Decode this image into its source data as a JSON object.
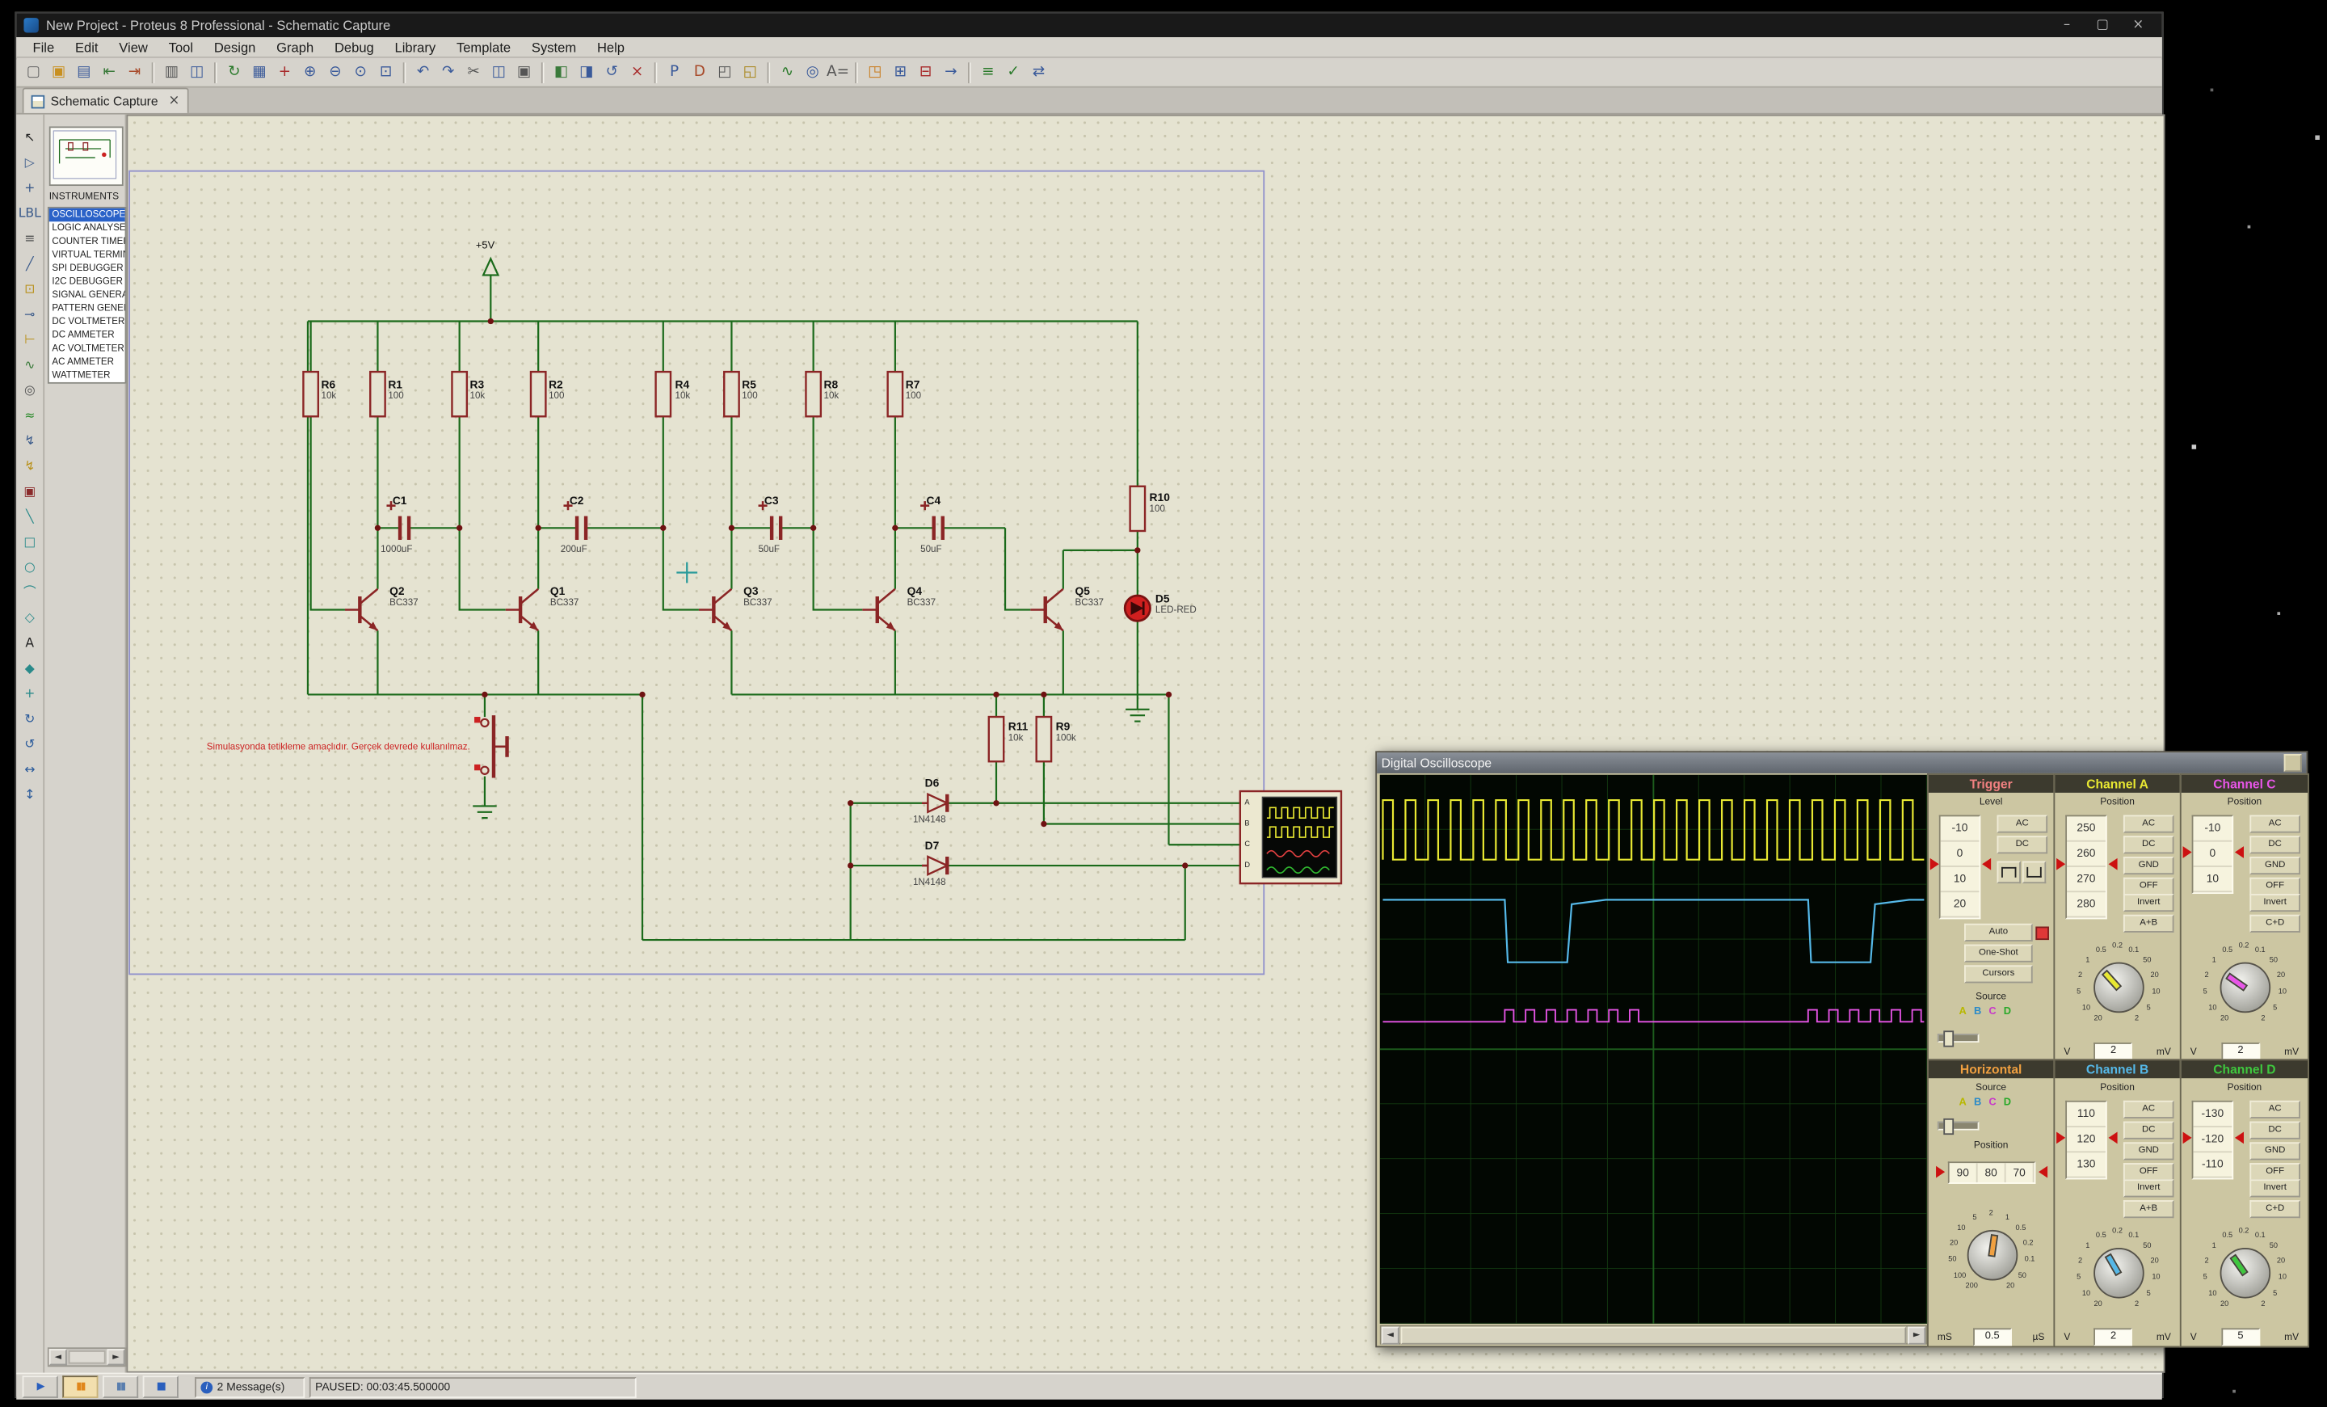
{
  "window": {
    "title": "New Project - Proteus 8 Professional - Schematic Capture",
    "controls": [
      {
        "n": "minimize-button",
        "g": "–"
      },
      {
        "n": "maximize-button",
        "g": "▢"
      },
      {
        "n": "close-button",
        "g": "×"
      }
    ]
  },
  "menubar": {
    "items": [
      "File",
      "Edit",
      "View",
      "Tool",
      "Design",
      "Graph",
      "Debug",
      "Library",
      "Template",
      "System",
      "Help"
    ]
  },
  "toolbar": {
    "g1": [
      {
        "n": "new-project-icon",
        "g": "▢",
        "c": "#666666"
      },
      {
        "n": "open-project-icon",
        "g": "▣",
        "c": "#c89020"
      },
      {
        "n": "save-project-icon",
        "g": "▤",
        "c": "#3a5a9a"
      },
      {
        "n": "import-section-icon",
        "g": "⇤",
        "c": "#3a7a3a"
      },
      {
        "n": "export-section-icon",
        "g": "⇥",
        "c": "#a84a2a"
      }
    ],
    "g2": [
      {
        "n": "print-icon",
        "g": "▥",
        "c": "#555555"
      },
      {
        "n": "mark-output-area-icon",
        "g": "◫",
        "c": "#3a5a9a"
      }
    ],
    "g3": [
      {
        "n": "refresh-display-icon",
        "g": "↻",
        "c": "#2a7a2a"
      },
      {
        "n": "toggle-grid-icon",
        "g": "▦",
        "c": "#3a5a9a"
      },
      {
        "n": "false-origin-icon",
        "g": "+",
        "c": "#a82a2a"
      },
      {
        "n": "zoom-in-icon",
        "g": "⊕",
        "c": "#3a5a9a"
      },
      {
        "n": "zoom-out-icon",
        "g": "⊖",
        "c": "#3a5a9a"
      },
      {
        "n": "zoom-all-icon",
        "g": "⊙",
        "c": "#3a5a9a"
      },
      {
        "n": "zoom-area-icon",
        "g": "⊡",
        "c": "#3a5a9a"
      }
    ],
    "g4": [
      {
        "n": "undo-icon",
        "g": "↶",
        "c": "#3a5a9a"
      },
      {
        "n": "redo-icon",
        "g": "↷",
        "c": "#3a5a9a"
      },
      {
        "n": "cut-icon",
        "g": "✂",
        "c": "#555555"
      },
      {
        "n": "copy-icon",
        "g": "◫",
        "c": "#3a5a9a"
      },
      {
        "n": "paste-icon",
        "g": "▣",
        "c": "#555555"
      }
    ],
    "g5": [
      {
        "n": "block-copy-icon",
        "g": "◧",
        "c": "#3a7a3a"
      },
      {
        "n": "block-move-icon",
        "g": "◨",
        "c": "#3a5a9a"
      },
      {
        "n": "block-rotate-icon",
        "g": "↺",
        "c": "#3a5a9a"
      },
      {
        "n": "block-delete-icon",
        "g": "×",
        "c": "#a82a2a"
      }
    ],
    "g6": [
      {
        "n": "pick-parts-icon",
        "g": "P",
        "c": "#3a5a9a"
      },
      {
        "n": "make-device-icon",
        "g": "D",
        "c": "#a84a2a"
      },
      {
        "n": "packaging-tool-icon",
        "g": "◰",
        "c": "#555555"
      },
      {
        "n": "decompose-icon",
        "g": "◱",
        "c": "#a8861a"
      }
    ],
    "g7": [
      {
        "n": "wire-autorouter-icon",
        "g": "∿",
        "c": "#2a7a2a"
      },
      {
        "n": "search-tag-icon",
        "g": "◎",
        "c": "#3a5a9a"
      },
      {
        "n": "property-assignment-icon",
        "g": "A=",
        "c": "#555555"
      }
    ],
    "g8": [
      {
        "n": "design-explorer-icon",
        "g": "◳",
        "c": "#c87a1a"
      },
      {
        "n": "new-sheet-icon",
        "g": "⊞",
        "c": "#3a5a9a"
      },
      {
        "n": "remove-sheet-icon",
        "g": "⊟",
        "c": "#a82a2a"
      },
      {
        "n": "goto-sheet-icon",
        "g": "→",
        "c": "#3a5a9a"
      }
    ],
    "g9": [
      {
        "n": "bill-of-materials-icon",
        "g": "≡",
        "c": "#2a7a2a"
      },
      {
        "n": "electrical-rule-check-icon",
        "g": "✓",
        "c": "#2a7a2a"
      },
      {
        "n": "netlist-transfer-icon",
        "g": "⇄",
        "c": "#3a5a9a"
      }
    ]
  },
  "tab": {
    "label": "Schematic Capture",
    "close_glyph": "×"
  },
  "side_toolbar": {
    "icons": [
      {
        "n": "selection-mode-icon",
        "g": "↖",
        "c": "#222222"
      },
      {
        "n": "component-mode-icon",
        "g": "▷",
        "c": "#3a5a8a"
      },
      {
        "n": "junction-dot-mode-icon",
        "g": "+",
        "c": "#3a5a8a"
      },
      {
        "n": "wire-label-mode-icon",
        "g": "LBL",
        "c": "#3a5a8a"
      },
      {
        "n": "text-script-mode-icon",
        "g": "≡",
        "c": "#555555"
      },
      {
        "n": "buses-mode-icon",
        "g": "╱",
        "c": "#3a5a8a"
      },
      {
        "n": "subcircuit-mode-icon",
        "g": "⊡",
        "c": "#b8901a"
      },
      {
        "n": "terminals-mode-icon",
        "g": "⊸",
        "c": "#3a5a8a"
      },
      {
        "n": "device-pins-mode-icon",
        "g": "⊢",
        "c": "#b8901a"
      },
      {
        "n": "graph-mode-icon",
        "g": "∿",
        "c": "#3a7a3a"
      },
      {
        "n": "tape-recorder-mode-icon",
        "g": "◎",
        "c": "#555555"
      },
      {
        "n": "generator-mode-icon",
        "g": "≈",
        "c": "#2a8a2a"
      },
      {
        "n": "voltage-probe-mode-icon",
        "g": "↯",
        "c": "#3a5a8a"
      },
      {
        "n": "current-probe-mode-icon",
        "g": "↯",
        "c": "#b8901a"
      },
      {
        "n": "virtual-instruments-mode-icon",
        "g": "▣",
        "c": "#8a2a2a"
      },
      {
        "n": "2d-line-icon",
        "g": "╲",
        "c": "#2a8a8a"
      },
      {
        "n": "2d-box-icon",
        "g": "□",
        "c": "#2a8a8a"
      },
      {
        "n": "2d-circle-icon",
        "g": "○",
        "c": "#2a8a8a"
      },
      {
        "n": "2d-arc-icon",
        "g": "⌒",
        "c": "#2a8a8a"
      },
      {
        "n": "2d-path-icon",
        "g": "◇",
        "c": "#2a8a8a"
      },
      {
        "n": "2d-text-icon",
        "g": "A",
        "c": "#222222"
      },
      {
        "n": "2d-symbol-icon",
        "g": "◆",
        "c": "#2a8a8a"
      },
      {
        "n": "2d-marker-icon",
        "g": "+",
        "c": "#2a8a8a"
      },
      {
        "n": "rotate-clockwise-icon",
        "g": "↻",
        "c": "#2a5a9a"
      },
      {
        "n": "rotate-anticlockwise-icon",
        "g": "↺",
        "c": "#2a5a9a"
      },
      {
        "n": "x-mirror-icon",
        "g": "↔",
        "c": "#2a5a9a"
      },
      {
        "n": "y-mirror-icon",
        "g": "↕",
        "c": "#2a5a9a"
      }
    ]
  },
  "object_selector": {
    "header": "INSTRUMENTS",
    "items": [
      "OSCILLOSCOPE",
      "LOGIC ANALYSER",
      "COUNTER TIMER",
      "VIRTUAL TERMINAL",
      "SPI DEBUGGER",
      "I2C DEBUGGER",
      "SIGNAL GENERATOR",
      "PATTERN GENERATOR",
      "DC VOLTMETER",
      "DC AMMETER",
      "AC VOLTMETER",
      "AC AMMETER",
      "WATTMETER"
    ]
  },
  "schematic": {
    "power_label": "+5V",
    "note": "Simulasyonda tetikleme amaçlıdır. Gerçek devrede kullanılmaz.",
    "components": [
      {
        "ref": "R6",
        "value": "10k"
      },
      {
        "ref": "R1",
        "value": "100"
      },
      {
        "ref": "R3",
        "value": "10k"
      },
      {
        "ref": "R2",
        "value": "100"
      },
      {
        "ref": "R4",
        "value": "10k"
      },
      {
        "ref": "R5",
        "value": "100"
      },
      {
        "ref": "R8",
        "value": "10k"
      },
      {
        "ref": "R7",
        "value": "100"
      },
      {
        "ref": "R10",
        "value": "100"
      },
      {
        "ref": "C1",
        "value": "1000uF"
      },
      {
        "ref": "C2",
        "value": "200uF"
      },
      {
        "ref": "C3",
        "value": "50uF"
      },
      {
        "ref": "C4",
        "value": "50uF"
      },
      {
        "ref": "Q2",
        "value": "BC337"
      },
      {
        "ref": "Q1",
        "value": "BC337"
      },
      {
        "ref": "Q3",
        "value": "BC337"
      },
      {
        "ref": "Q4",
        "value": "BC337"
      },
      {
        "ref": "Q5",
        "value": "BC337"
      },
      {
        "ref": "D5",
        "value": "LED-RED"
      },
      {
        "ref": "R11",
        "value": "10k"
      },
      {
        "ref": "R9",
        "value": "100k"
      },
      {
        "ref": "D6",
        "value": "1N4148"
      },
      {
        "ref": "D7",
        "value": "1N4148"
      }
    ],
    "scope_pins": [
      "A",
      "B",
      "C",
      "D"
    ]
  },
  "oscilloscope": {
    "title": "Digital Oscilloscope",
    "trigger": {
      "title": "Trigger",
      "color": "#f08080",
      "level_label": "Level",
      "level_values": [
        "-10",
        "0",
        "10",
        "20"
      ],
      "coupling": [
        "AC",
        "DC"
      ],
      "modes": [
        "Auto",
        "One-Shot",
        "Cursors"
      ],
      "source_label": "Source",
      "sources": [
        "A",
        "B",
        "C",
        "D"
      ]
    },
    "horizontal": {
      "title": "Horizontal",
      "color": "#f0a040",
      "source_label": "Source",
      "sources": [
        "A",
        "B",
        "C",
        "D"
      ],
      "position_label": "Position",
      "position_values": [
        "90",
        "80",
        "70"
      ],
      "unit_left": "mS",
      "value": "0.5",
      "unit_right": "µS"
    },
    "channels": [
      {
        "name": "Channel A",
        "color": "#e8e832",
        "position_label": "Position",
        "position_values": [
          "250",
          "260",
          "270",
          "280"
        ],
        "coupling": [
          "AC",
          "DC",
          "GND",
          "OFF"
        ],
        "invert": "Invert",
        "sum": "A+B",
        "unit_left": "V",
        "value": "2",
        "unit_right": "mV"
      },
      {
        "name": "Channel B",
        "color": "#55b8e8",
        "position_label": "Position",
        "position_values": [
          "110",
          "120",
          "130"
        ],
        "coupling": [
          "AC",
          "DC",
          "GND",
          "OFF"
        ],
        "invert": "Invert",
        "sum": "A+B",
        "unit_left": "V",
        "value": "2",
        "unit_right": "mV"
      },
      {
        "name": "Channel C",
        "color": "#e855e8",
        "position_label": "Position",
        "position_values": [
          "-10",
          "0",
          "10"
        ],
        "coupling": [
          "AC",
          "DC",
          "GND",
          "OFF"
        ],
        "invert": "Invert",
        "sum": "C+D",
        "unit_left": "V",
        "value": "2",
        "unit_right": "mV"
      },
      {
        "name": "Channel D",
        "color": "#3ec83e",
        "position_label": "Position",
        "position_values": [
          "-130",
          "-120",
          "-110"
        ],
        "coupling": [
          "AC",
          "DC",
          "GND",
          "OFF"
        ],
        "invert": "Invert",
        "sum": "C+D",
        "unit_left": "V",
        "value": "5",
        "unit_right": "mV"
      }
    ],
    "knob_scale_v": [
      "20",
      "10",
      "5",
      "2",
      "1",
      "0.5",
      "0.2",
      "0.1",
      "50",
      "20",
      "10",
      "5",
      "2"
    ],
    "knob_scale_h": [
      "200",
      "100",
      "50",
      "20",
      "10",
      "5",
      "2",
      "1",
      "0.5",
      "0.2",
      "0.1",
      "50",
      "20"
    ]
  },
  "statusbar": {
    "controls": [
      {
        "n": "play-button",
        "g": "▶",
        "c": "#2a5fbd"
      },
      {
        "n": "step-button",
        "g": "▮▮",
        "c": "#e0861a"
      },
      {
        "n": "pause-button",
        "g": "▮▮",
        "c": "#5a7eae"
      },
      {
        "n": "stop-button",
        "g": "■",
        "c": "#2a5fbd"
      }
    ],
    "messages": "2 Message(s)",
    "status": "PAUSED: 00:03:45.500000"
  },
  "ui": {
    "arrow_left": "◄",
    "arrow_right": "►",
    "info_glyph": "i"
  }
}
